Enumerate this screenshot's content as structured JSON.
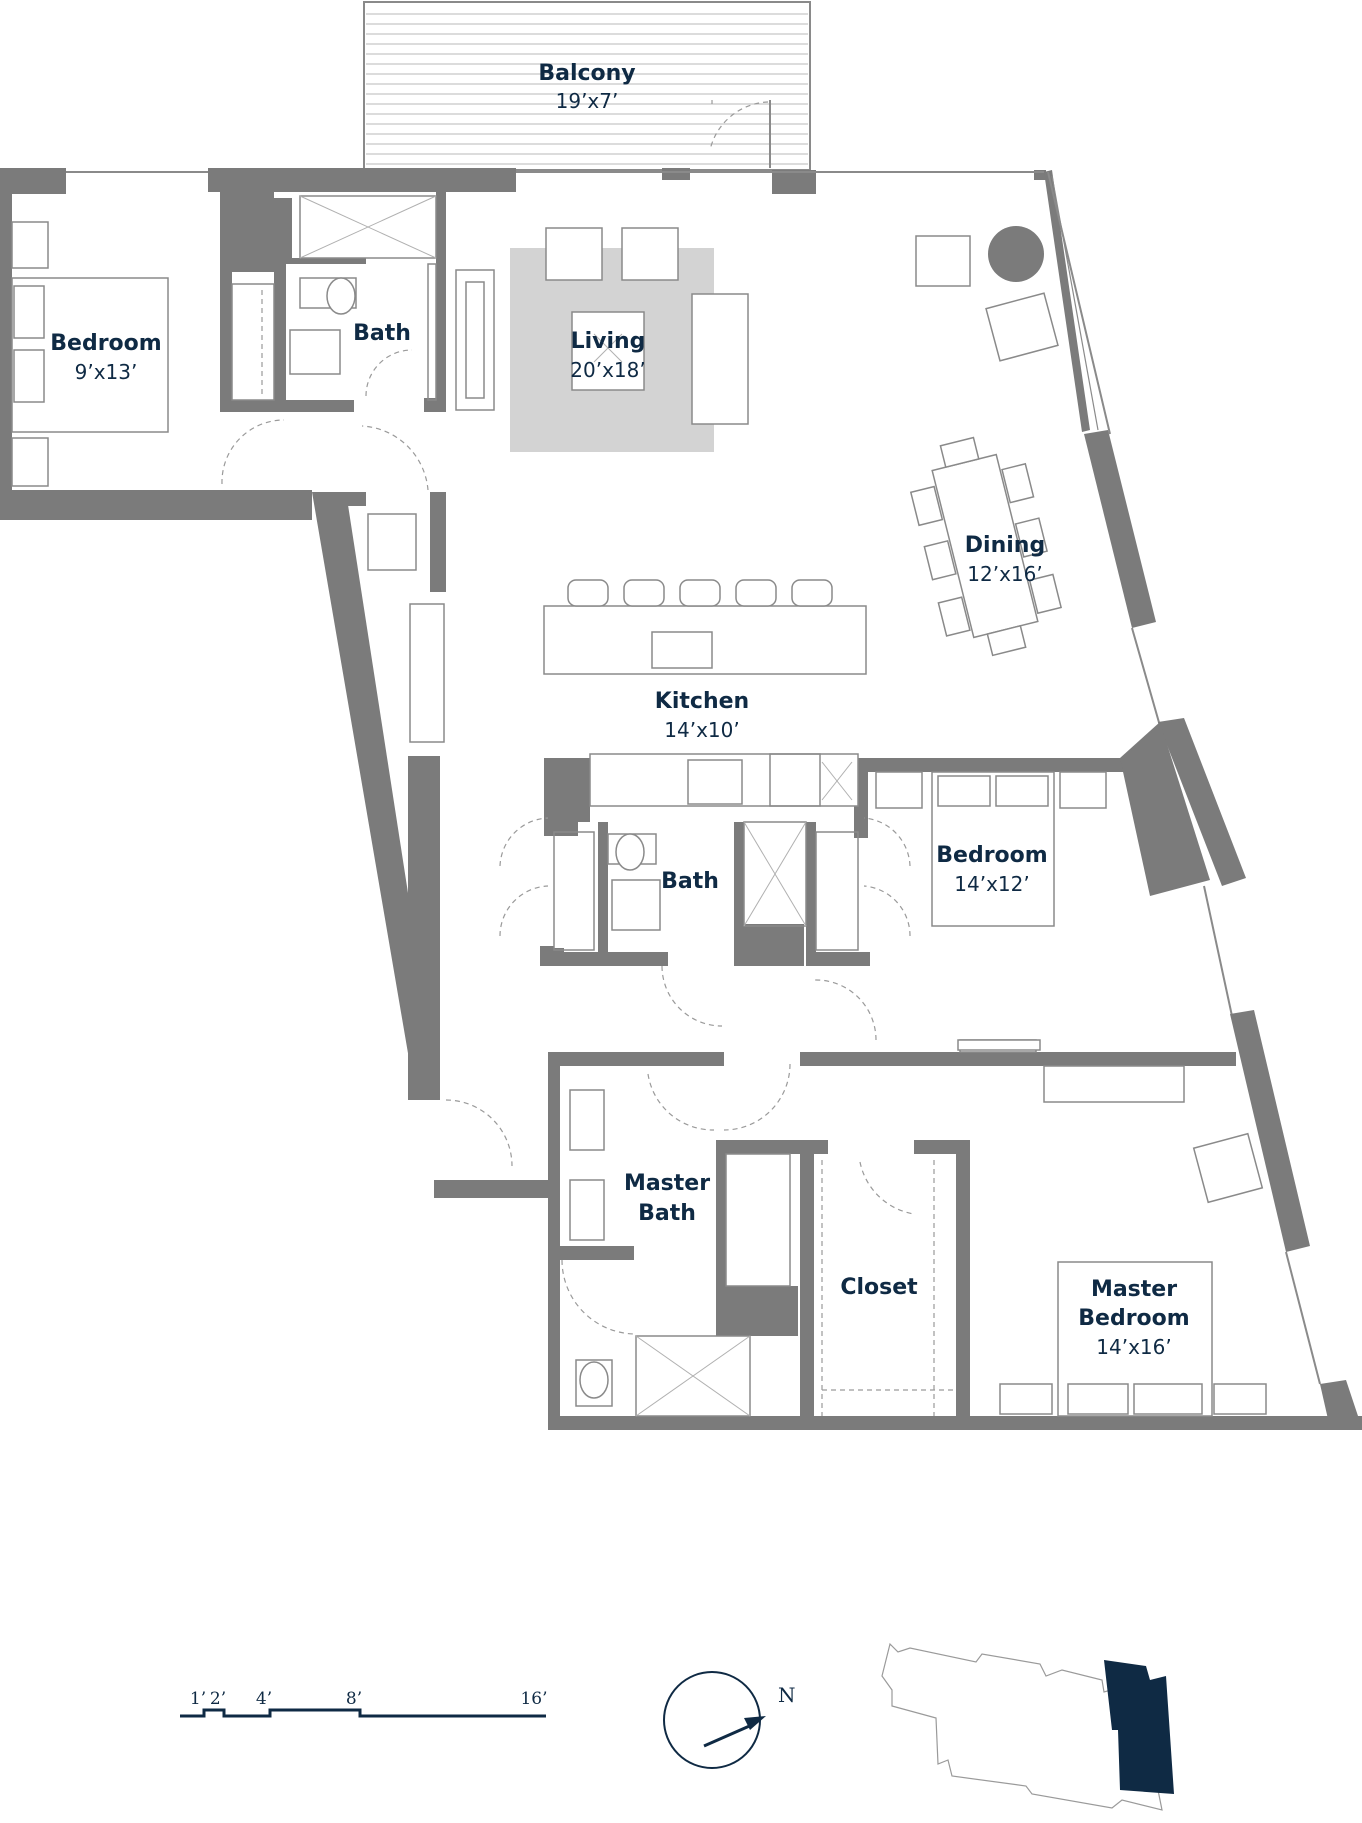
{
  "rooms": {
    "balcony": {
      "name": "Balcony",
      "dim": "19’x7’"
    },
    "bedroom_left": {
      "name": "Bedroom",
      "dim": "9’x13’"
    },
    "bath_top": {
      "name": "Bath"
    },
    "living": {
      "name": "Living",
      "dim": "20’x18’"
    },
    "dining": {
      "name": "Dining",
      "dim": "12’x16’"
    },
    "kitchen": {
      "name": "Kitchen",
      "dim": "14’x10’"
    },
    "bath_mid": {
      "name": "Bath"
    },
    "bedroom_mid": {
      "name": "Bedroom",
      "dim": "14’x12’"
    },
    "master_bath": {
      "name_line1": "Master",
      "name_line2": "Bath"
    },
    "closet": {
      "name": "Closet"
    },
    "master_bedroom": {
      "name_line1": "Master",
      "name_line2": "Bedroom",
      "dim": "14’x16’"
    }
  },
  "scale_bar": {
    "labels": [
      "1’",
      "2’",
      "4’",
      "8’",
      "16’"
    ]
  },
  "compass": {
    "label": "N",
    "icon": "north-arrow-icon"
  },
  "key_plan": {
    "icon": "key-plan-icon",
    "highlight_color": "#0f2a44"
  },
  "colors": {
    "text": "#0f2a44",
    "wall": "#7b7b7b",
    "rug": "#d3d3d3"
  }
}
